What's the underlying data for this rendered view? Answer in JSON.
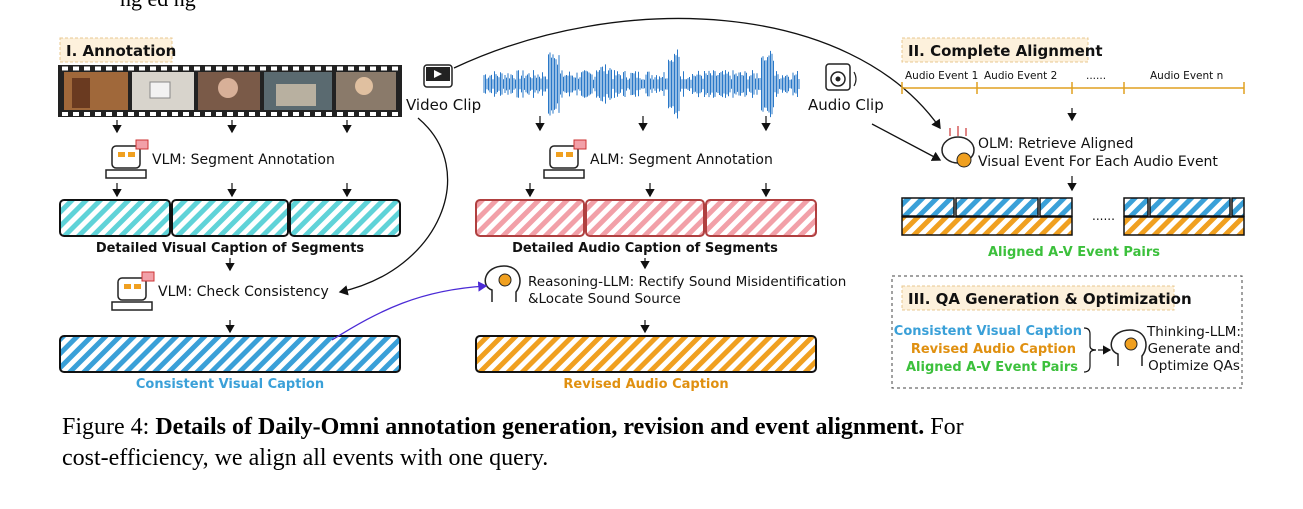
{
  "top_fragment": "ng   ed        ng",
  "annotation": {
    "title": "I. Annotation",
    "vlm_segment": "VLM: Segment Annotation",
    "visual_segments_caption": "Detailed Visual Caption of Segments",
    "vlm_check": "VLM: Check Consistency",
    "consistent_visual_caption": "Consistent Visual Caption"
  },
  "clips": {
    "video_label": "Video Clip",
    "audio_label": "Audio Clip"
  },
  "audio": {
    "alm_segment": "ALM: Segment Annotation",
    "audio_segments_caption": "Detailed Audio Caption of Segments",
    "reasoning_line1": "Reasoning-LLM: Rectify Sound Misidentification",
    "reasoning_line2": "&Locate Sound Source",
    "revised_audio_caption": "Revised Audio Caption"
  },
  "alignment": {
    "title": "II. Complete Alignment",
    "events": [
      "Audio Event 1",
      "Audio Event 2",
      "......",
      "Audio Event n"
    ],
    "olm_line1": "OLM: Retrieve Aligned",
    "olm_line2": "Visual Event For Each Audio Event",
    "ellipsis": "......",
    "pairs_label": "Aligned A-V Event Pairs"
  },
  "qa": {
    "title": "III. QA Generation & Optimization",
    "inputs": [
      "Consistent Visual Caption",
      "Revised Audio Caption",
      "Aligned A-V Event Pairs"
    ],
    "thinking_line1": "Thinking-LLM:",
    "thinking_line2": "Generate and",
    "thinking_line3": "Optimize QAs"
  },
  "colors": {
    "visual_blue": "#3aa0d8",
    "visual_cyan": "#5fd3d8",
    "audio_pink": "#f2a0a8",
    "audio_orange": "#f0a020",
    "pairs_green": "#3cc03c",
    "title_bg": "#fdf1dc",
    "arrow_purple": "#4b2bd6"
  },
  "figure_caption": {
    "prefix": "Figure 4:",
    "bold": "Details of Daily-Omni annotation generation, revision and event alignment.",
    "rest_line1": "For",
    "line2": "cost-efficiency, we align all events with one query."
  }
}
